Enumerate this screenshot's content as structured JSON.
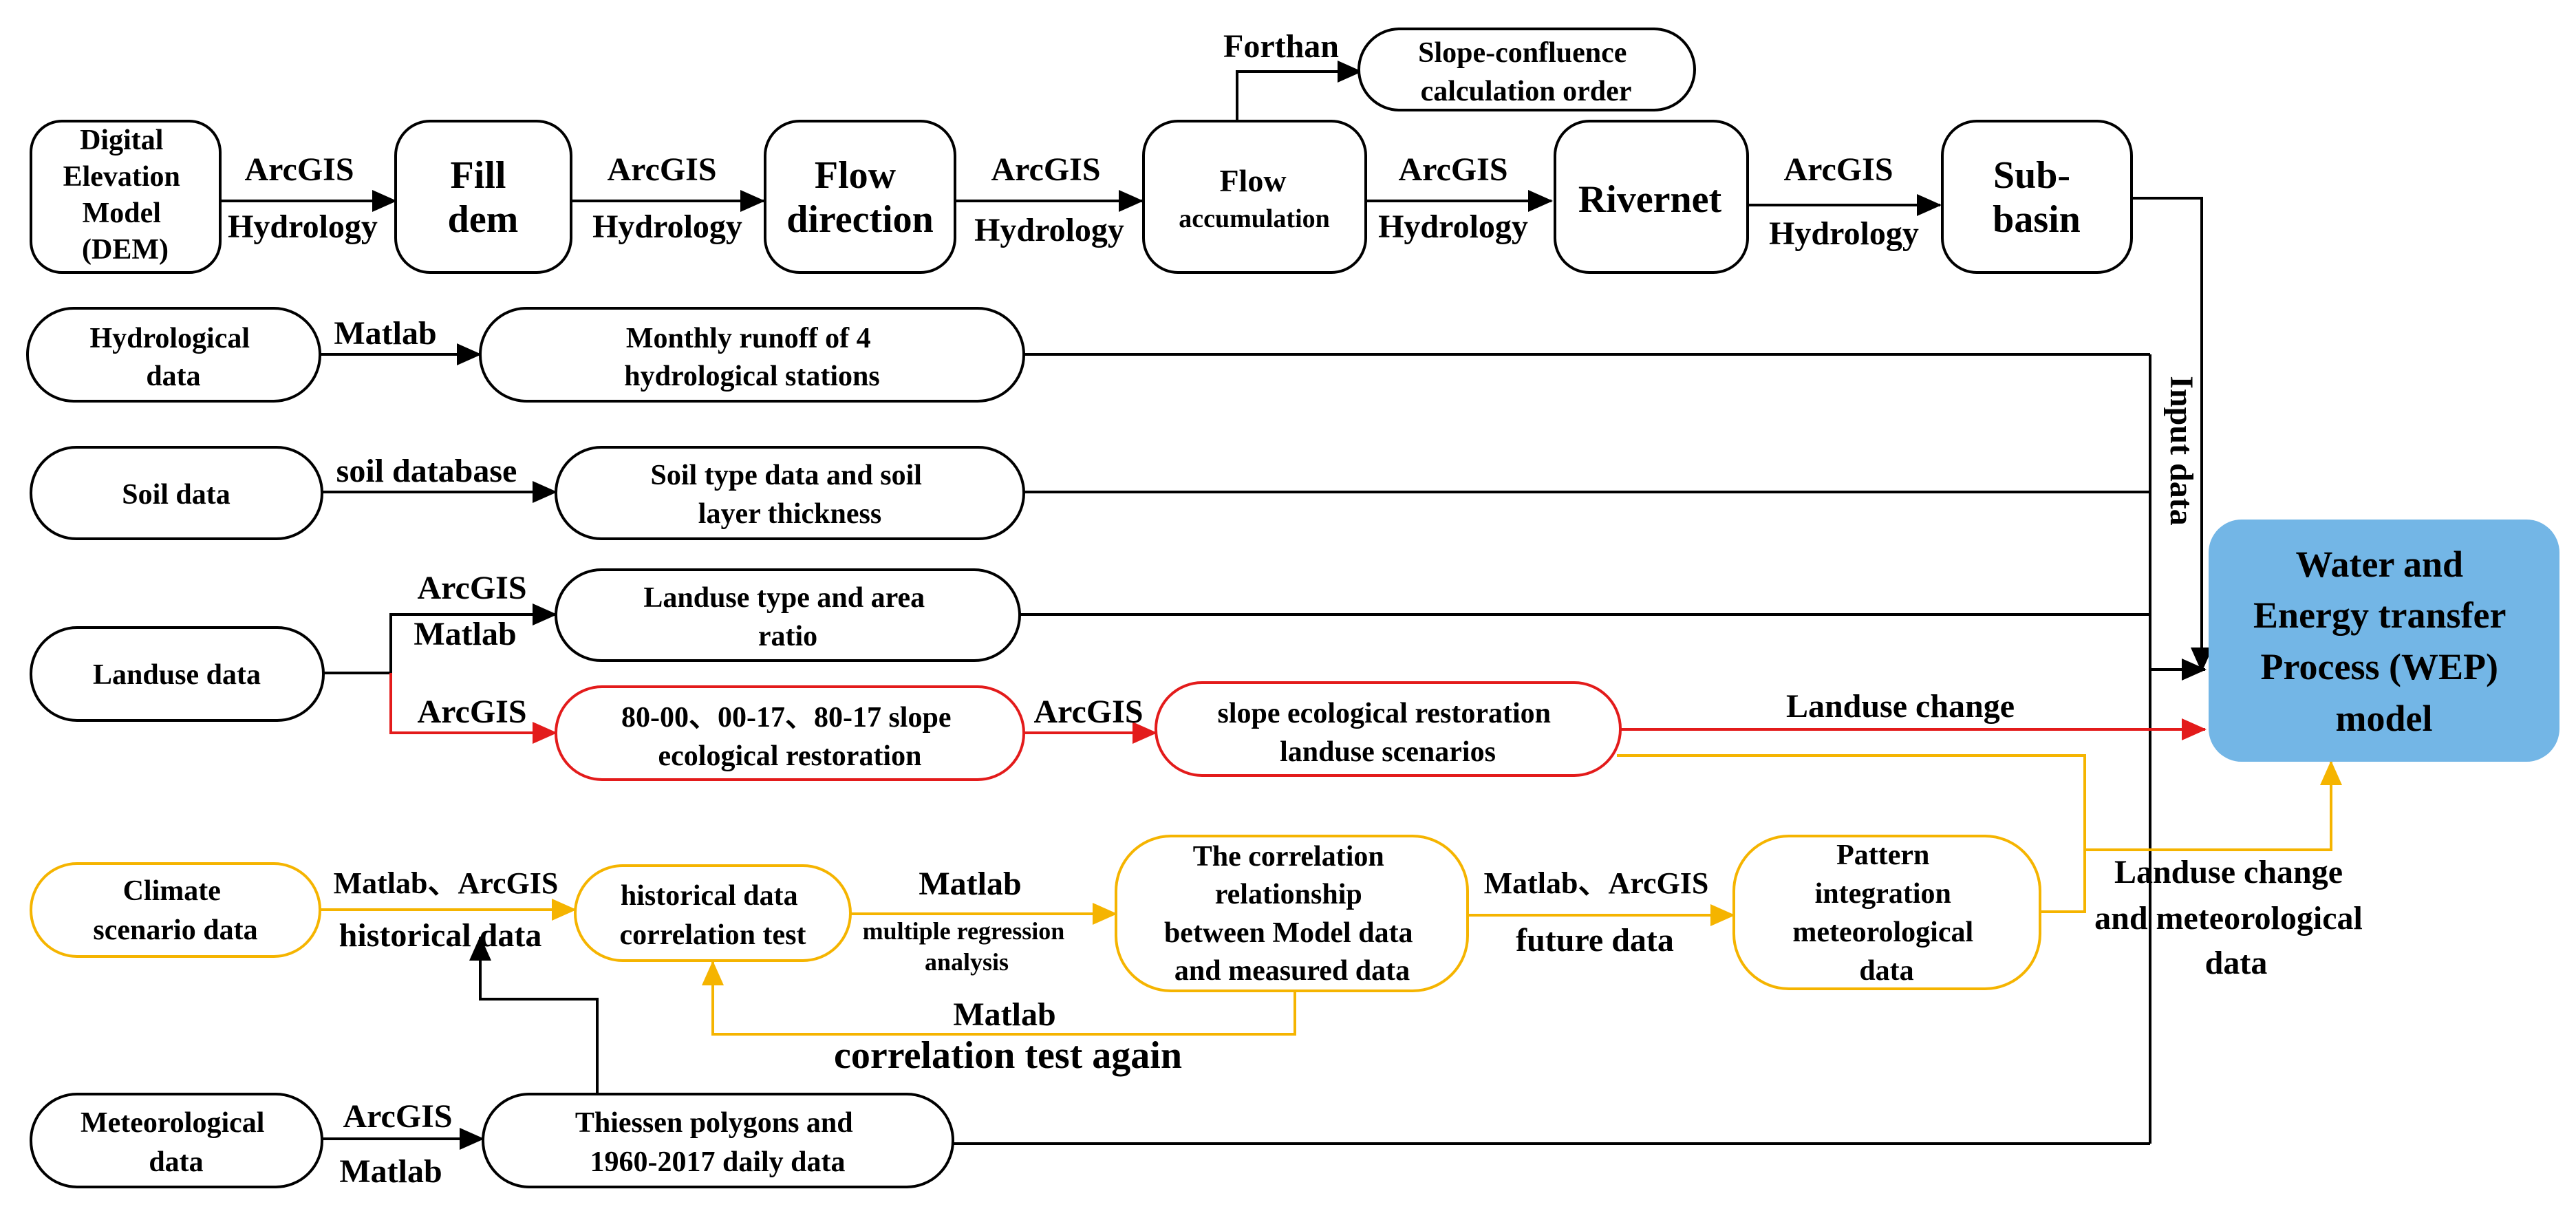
{
  "colors": {
    "black": "#000000",
    "red": "#e31b1b",
    "yellow": "#f5b400",
    "wep_fill": "#73b6e6"
  },
  "nodes": {
    "dem": [
      "Digital",
      "Elevation",
      "Model",
      "(DEM)"
    ],
    "fill_dem": [
      "Fill",
      "dem"
    ],
    "flow_direction": [
      "Flow",
      "direction"
    ],
    "flow_accumulation": [
      "Flow",
      "accumulation"
    ],
    "slope_confluence": [
      "Slope-confluence",
      "calculation order"
    ],
    "rivernet": [
      "Rivernet"
    ],
    "sub_basin": [
      "Sub-",
      "basin"
    ],
    "hydrological_data": [
      "Hydrological",
      "data"
    ],
    "monthly_runoff": [
      "Monthly runoff of 4",
      "hydrological stations"
    ],
    "soil_data": [
      "Soil data"
    ],
    "soil_type": [
      "Soil type data and soil",
      "layer thickness"
    ],
    "landuse_data": [
      "Landuse data"
    ],
    "landuse_type": [
      "Landuse type and area",
      "ratio"
    ],
    "slope_restoration": [
      "80-00、00-17、80-17 slope",
      "ecological restoration"
    ],
    "scenarios": [
      "slope ecological restoration",
      "landuse  scenarios"
    ],
    "climate": [
      "Climate",
      "scenario data"
    ],
    "historical_test": [
      "historical data",
      "correlation test"
    ],
    "correlation": [
      "The correlation",
      "relationship",
      "between Model data",
      "and measured data"
    ],
    "pattern": [
      "Pattern",
      "integration",
      "meteorological",
      "data"
    ],
    "meteorological": [
      "Meteorological",
      "data"
    ],
    "thiessen": [
      "Thiessen polygons and",
      "1960-2017 daily data"
    ],
    "wep": [
      "Water and",
      "Energy transfer",
      "Process (WEP)",
      "model"
    ]
  },
  "edge_labels": {
    "arcgis": "ArcGIS",
    "hydrology": "Hydrology",
    "forthan": "Forthan",
    "matlab": "Matlab",
    "soil_database": "soil database",
    "input_data": "Input data",
    "landuse_change": "Landuse change",
    "landuse_met": [
      "Landuse change",
      "and meteorological",
      "data"
    ],
    "matlab_arcgis": "Matlab、ArcGIS",
    "historical_data": "historical data",
    "multiple_regression": [
      "multiple regression",
      "analysis"
    ],
    "future_data": "future data",
    "correlation_again": "correlation test again"
  }
}
